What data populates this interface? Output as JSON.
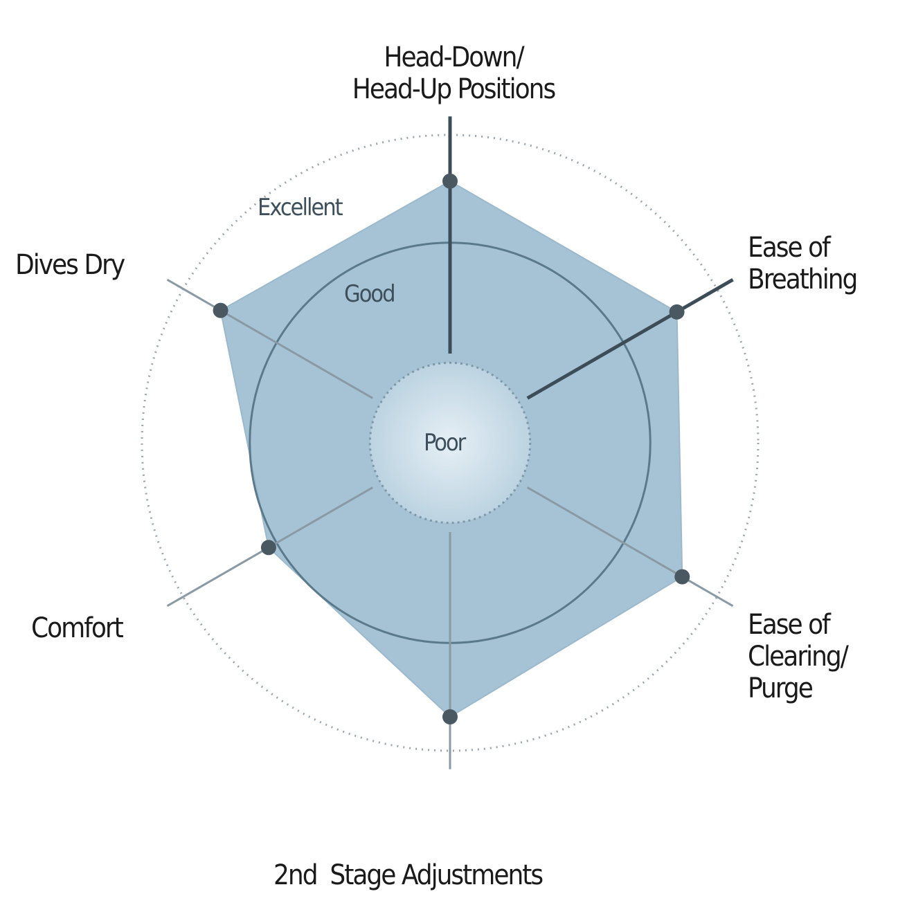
{
  "chart_data": {
    "type": "radar",
    "title": "",
    "scale": {
      "rings": [
        {
          "label": "Poor",
          "value": 0.26
        },
        {
          "label": "Good",
          "value": 0.65
        },
        {
          "label": "Excellent",
          "value": 1.0
        }
      ],
      "range": [
        0,
        1
      ]
    },
    "axes": [
      {
        "label_lines": [
          "Head-Down/",
          "Head-Up Positions"
        ],
        "value": 0.85
      },
      {
        "label_lines": [
          "Ease of",
          "Breathing"
        ],
        "value": 0.85
      },
      {
        "label_lines": [
          "Ease of",
          "Clearing/",
          "Purge"
        ],
        "value": 0.87
      },
      {
        "label_lines": [
          "2nd  Stage Adjustments"
        ],
        "value": 0.89
      },
      {
        "label_lines": [
          "Comfort"
        ],
        "value": 0.68
      },
      {
        "label_lines": [
          "Dives Dry"
        ],
        "value": 0.86
      }
    ],
    "colors": {
      "fill": "#a6c3d6",
      "point": "#4a5862",
      "axis_dark": "#3c4d58",
      "axis_light": "#8a9aa4",
      "ring": "#5a7a8c"
    }
  }
}
